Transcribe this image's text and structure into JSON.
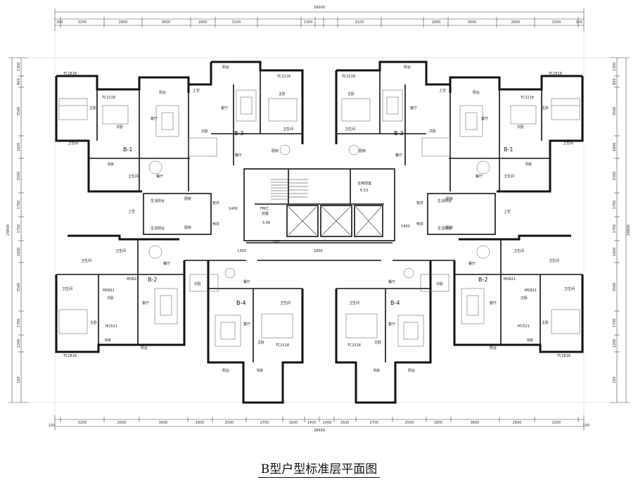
{
  "caption": "B型户型标准层平面图",
  "dimensions": {
    "top_overall": "39000",
    "top_edge_left": "300",
    "top_edge_right": "300",
    "top_segments": [
      "3200",
      "2800",
      "3600",
      "1800",
      "3100",
      "1300",
      "3100",
      "1800",
      "3600",
      "2800",
      "3200"
    ],
    "bottom_overall": "38999",
    "bottom_edge_left": "100",
    "bottom_edge_right": "100",
    "bottom_segments": [
      "3200",
      "2600",
      "3600",
      "1800",
      "2500",
      "2700",
      "1600",
      "1400",
      "1400",
      "1600",
      "2700",
      "2500",
      "1800",
      "3600",
      "2600",
      "3200"
    ],
    "left_overall": "24800",
    "right_overall": "24800",
    "side_segments": [
      "1300",
      "800",
      "3500",
      "1600",
      "2500",
      "1700",
      "1700",
      "1600",
      "3500",
      "1700",
      "1200"
    ],
    "side_bottom": "100"
  },
  "units": [
    {
      "id": "b1-left",
      "label": "B-1"
    },
    {
      "id": "b3-left",
      "label": "B-3"
    },
    {
      "id": "b3-right",
      "label": "B-3"
    },
    {
      "id": "b1-right",
      "label": "B-1"
    },
    {
      "id": "b2-left",
      "label": "B-2"
    },
    {
      "id": "b4-left",
      "label": "B-4"
    },
    {
      "id": "b4-right",
      "label": "B-4"
    },
    {
      "id": "b2-right",
      "label": "B-2"
    }
  ],
  "rooms": {
    "bedroom": "次卧",
    "master": "主卧",
    "living": "客厅",
    "dining": "餐厅",
    "kitchen": "厨房",
    "bath": "卫生间",
    "balcony": "阳台",
    "study": "书房",
    "void": "上空",
    "hall": "合用前室",
    "hall_area": "6.53",
    "stair_hall": "前室",
    "stair_area": "5.06",
    "fm": "FM乙",
    "elec": "电井",
    "pipe": "管井",
    "living_bal": "生活阳台",
    "utility_bal": "生活阳台",
    "dim_1400": "1400",
    "dim_1800": "1800",
    "dim_1300": "1300"
  },
  "windows": {
    "tc1818": "TC1818",
    "tc2218": "TC2218",
    "m0821": "M0821",
    "m0921": "M0921",
    "m1521": "M1521",
    "tc1518": "TC1518"
  }
}
